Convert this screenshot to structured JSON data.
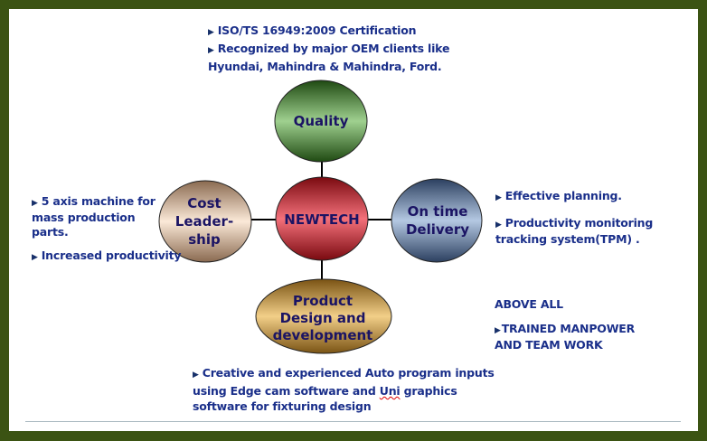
{
  "center": {
    "label": "NEWTECH"
  },
  "nodes": {
    "quality": {
      "label": "Quality"
    },
    "cost": {
      "lines": [
        "Cost",
        "Leader-",
        "ship"
      ]
    },
    "delivery": {
      "lines": [
        "On time",
        "Delivery"
      ]
    },
    "product": {
      "lines": [
        "Product",
        "Design and",
        "development"
      ]
    }
  },
  "quality_notes": {
    "line1": "ISO/TS 16949:2009 Certification",
    "line2": "Recognized by major OEM clients like",
    "line3": "Hyundai, Mahindra & Mahindra, Ford."
  },
  "cost_notes": {
    "line1": "5 axis machine for",
    "line2": "mass production",
    "line3": "parts.",
    "line4": "Increased productivity"
  },
  "delivery_notes": {
    "line1": "Effective planning.",
    "line2": "Productivity monitoring",
    "line3": "tracking system(TPM)  ."
  },
  "above_all": {
    "heading": "ABOVE ALL",
    "line1": "TRAINED MANPOWER",
    "line2": "AND  TEAM WORK"
  },
  "product_notes": {
    "line1": "Creative and experienced  Auto program inputs",
    "line2a": "using Edge cam software and ",
    "line2b": "Uni",
    "line2c": " graphics",
    "line3": "software for fixturing design"
  },
  "colors": {
    "border": "#3b5313",
    "text": "#1a2f8a"
  }
}
